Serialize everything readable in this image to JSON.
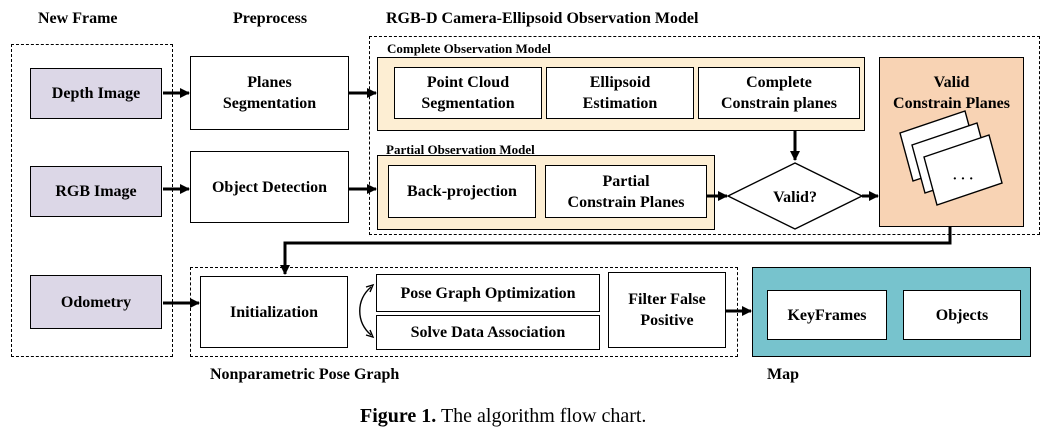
{
  "sections": {
    "new_frame": "New Frame",
    "preprocess": "Preprocess",
    "camera_model": "RGB-D Camera-Ellipsoid Observation Model",
    "complete_model": "Complete Observation Model",
    "partial_model": "Partial Observation Model",
    "pose_graph": "Nonparametric Pose Graph",
    "map": "Map"
  },
  "inputs": {
    "depth": "Depth Image",
    "rgb": "RGB Image",
    "odometry": "Odometry"
  },
  "preprocess": {
    "planes_l1": "Planes",
    "planes_l2": "Segmentation",
    "detection": "Object Detection"
  },
  "complete": {
    "pcs_l1": "Point Cloud",
    "pcs_l2": "Segmentation",
    "ell_l1": "Ellipsoid",
    "ell_l2": "Estimation",
    "ccp_l1": "Complete",
    "ccp_l2": "Constrain planes"
  },
  "partial": {
    "backproj": "Back-projection",
    "pcp_l1": "Partial",
    "pcp_l2": "Constrain Planes"
  },
  "decision": "Valid?",
  "valid": {
    "title_l1": "Valid",
    "title_l2": "Constrain Planes",
    "ellipsis": "· · ·"
  },
  "graph": {
    "init": "Initialization",
    "pgo": "Pose Graph Optimization",
    "sda": "Solve Data Association",
    "filter_l1": "Filter False",
    "filter_l2": "Positive"
  },
  "map": {
    "keyframes": "KeyFrames",
    "objects": "Objects"
  },
  "caption": {
    "label": "Figure 1.",
    "text": "The algorithm flow chart."
  }
}
